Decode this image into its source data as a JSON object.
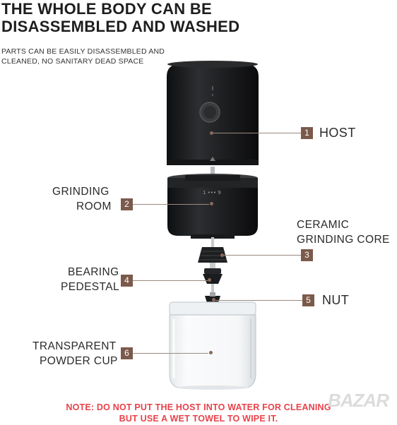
{
  "title_line1": "THE WHOLE BODY CAN BE",
  "title_line2": "DISASSEMBLED AND WASHED",
  "subtitle_line1": "PARTS CAN BE EASILY DISASSEMBLED AND",
  "subtitle_line2": "CLEANED, NO SANITARY DEAD SPACE",
  "parts": [
    {
      "number": "1",
      "label": "HOST"
    },
    {
      "number": "2",
      "label_line1": "GRINDING",
      "label_line2": "ROOM"
    },
    {
      "number": "3",
      "label_line1": "CERAMIC",
      "label_line2": "GRINDING CORE"
    },
    {
      "number": "4",
      "label_line1": "BEARING",
      "label_line2": "PEDESTAL"
    },
    {
      "number": "5",
      "label": "NUT"
    },
    {
      "number": "6",
      "label_line1": "TRANSPARENT",
      "label_line2": "POWDER CUP"
    }
  ],
  "note_line1": "NOTE: DO NOT PUT THE HOST INTO WATER FOR CLEANING",
  "note_line2": "BUT USE A WET TOWEL TO WIPE IT.",
  "watermark": "BAZAR",
  "colors": {
    "badge": "#7b5a4b",
    "note": "#e8424a",
    "body": "#1c1d1f"
  }
}
